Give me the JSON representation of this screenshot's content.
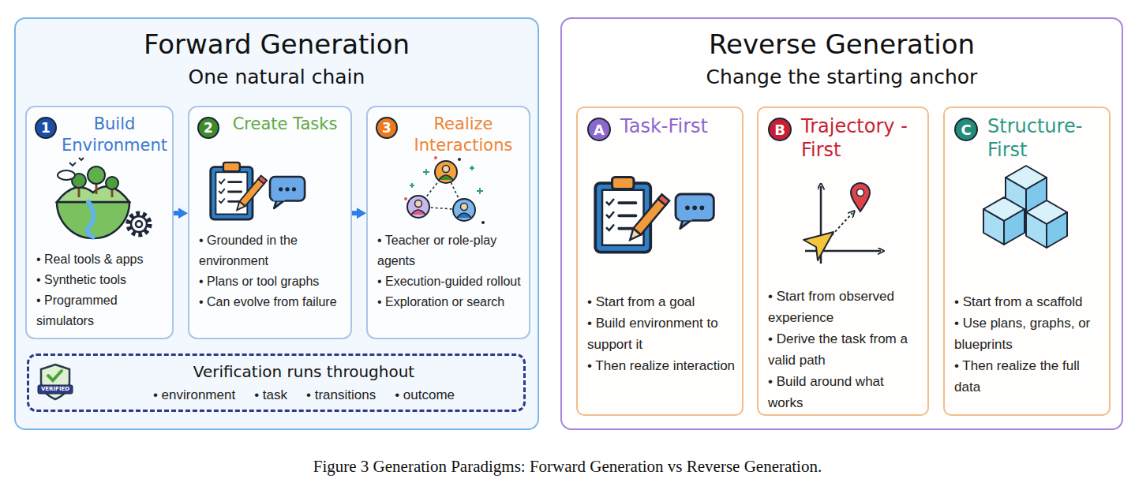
{
  "diagram": {
    "caption": "Figure 3 Generation Paradigms: Forward Generation vs Reverse Generation.",
    "nodes": [
      {
        "text": [
          "Forward Generation",
          "One natural chain"
        ]
      },
      {
        "text": [
          "1",
          "Build Environment",
          "• Real tools & apps",
          "• Synthetic tools",
          "• Programmed simulators"
        ],
        "in": 0
      },
      {
        "text": [
          "2",
          "Create Tasks",
          "• Grounded in the environment",
          "• Plans or tool graphs",
          "• Can evolve from failure"
        ],
        "in": 0
      },
      {
        "text": [
          "3",
          "Realize Interactions",
          "• Teacher or role-play agents",
          "• Execution-guided rollout",
          "• Exploration or search"
        ],
        "in": 0
      },
      {
        "text": [
          "Verification runs throughout",
          "• environment",
          "• task",
          "• transitions",
          "• outcome"
        ],
        "in": 0
      },
      {
        "text": [
          "Reverse Generation",
          "Change the starting anchor"
        ]
      },
      {
        "text": [
          "A",
          "Task-First",
          "• Start from a goal",
          "• Build environment to support it",
          "• Then realize interaction"
        ],
        "in": 5
      },
      {
        "text": [
          "B",
          "Trajectory -First",
          "• Start from observed experience",
          "• Derive the task from a valid path",
          "• Build around what works"
        ],
        "in": 5
      },
      {
        "text": [
          "C",
          "Structure- First",
          "• Start from a scaffold",
          "• Use plans, graphs, or blueprints",
          "• Then realize the full data"
        ],
        "in": 5
      }
    ],
    "edges": [
      {
        "from": 1,
        "to": 2,
        "arrow": "to"
      },
      {
        "from": 2,
        "to": 3,
        "arrow": "to"
      }
    ],
    "labels": [
      "VERIFIED"
    ]
  }
}
